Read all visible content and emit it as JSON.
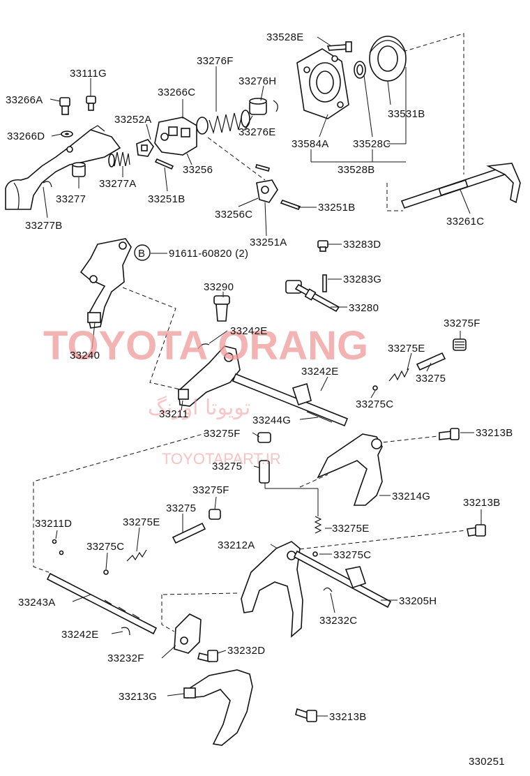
{
  "diagram": {
    "labels": {
      "p33528E": "33528E",
      "p33111G": "33111G",
      "p33276F": "33276F",
      "p33276H": "33276H",
      "p33266A": "33266A",
      "p33266C": "33266C",
      "p33252A": "33252A",
      "p33266D": "33266D",
      "p33276E": "33276E",
      "p33531B": "33531B",
      "p33584A": "33584A",
      "p33528C": "33528C",
      "p33528B": "33528B",
      "p33256": "33256",
      "p33277A": "33277A",
      "p33277": "33277",
      "p33251B_1": "33251B",
      "p33256C": "33256C",
      "p33251B_2": "33251B",
      "p33277B": "33277B",
      "p33261C": "33261C",
      "p33251A": "33251A",
      "p33283D": "33283D",
      "bolt_ref": "91611-60820 (2)",
      "bolt_letter": "B",
      "p33283G": "33283G",
      "p33290": "33290",
      "p33280": "33280",
      "p33242E_1": "33242E",
      "p33275F_1": "33275F",
      "p33240": "33240",
      "p33275E_1": "33275E",
      "p33242E_2": "33242E",
      "p33275_1": "33275",
      "p33275C_1": "33275C",
      "p33211": "33211",
      "p33244G": "33244G",
      "p33275F_2": "33275F",
      "p33213B_1": "33213B",
      "p33275_2": "33275",
      "p33214G": "33214G",
      "p33275F_3": "33275F",
      "p33213B_2": "33213B",
      "p33211D": "33211D",
      "p33275_3": "33275",
      "p33275E_2": "33275E",
      "p33275E_3": "33275E",
      "p33212A": "33212A",
      "p33275C_2": "33275C",
      "p33275C_3": "33275C",
      "p33243A": "33243A",
      "p33205H": "33205H",
      "p33232C": "33232C",
      "p33242E_3": "33242E",
      "p33232D": "33232D",
      "p33232F": "33232F",
      "p33213G": "33213G",
      "p33213B_3": "33213B",
      "figure_no": "330251"
    },
    "watermark": {
      "main": "TOYOTA ORANG",
      "arabic": "تویوتا اورنگ",
      "site": "TOYOTAPART.IR"
    }
  }
}
